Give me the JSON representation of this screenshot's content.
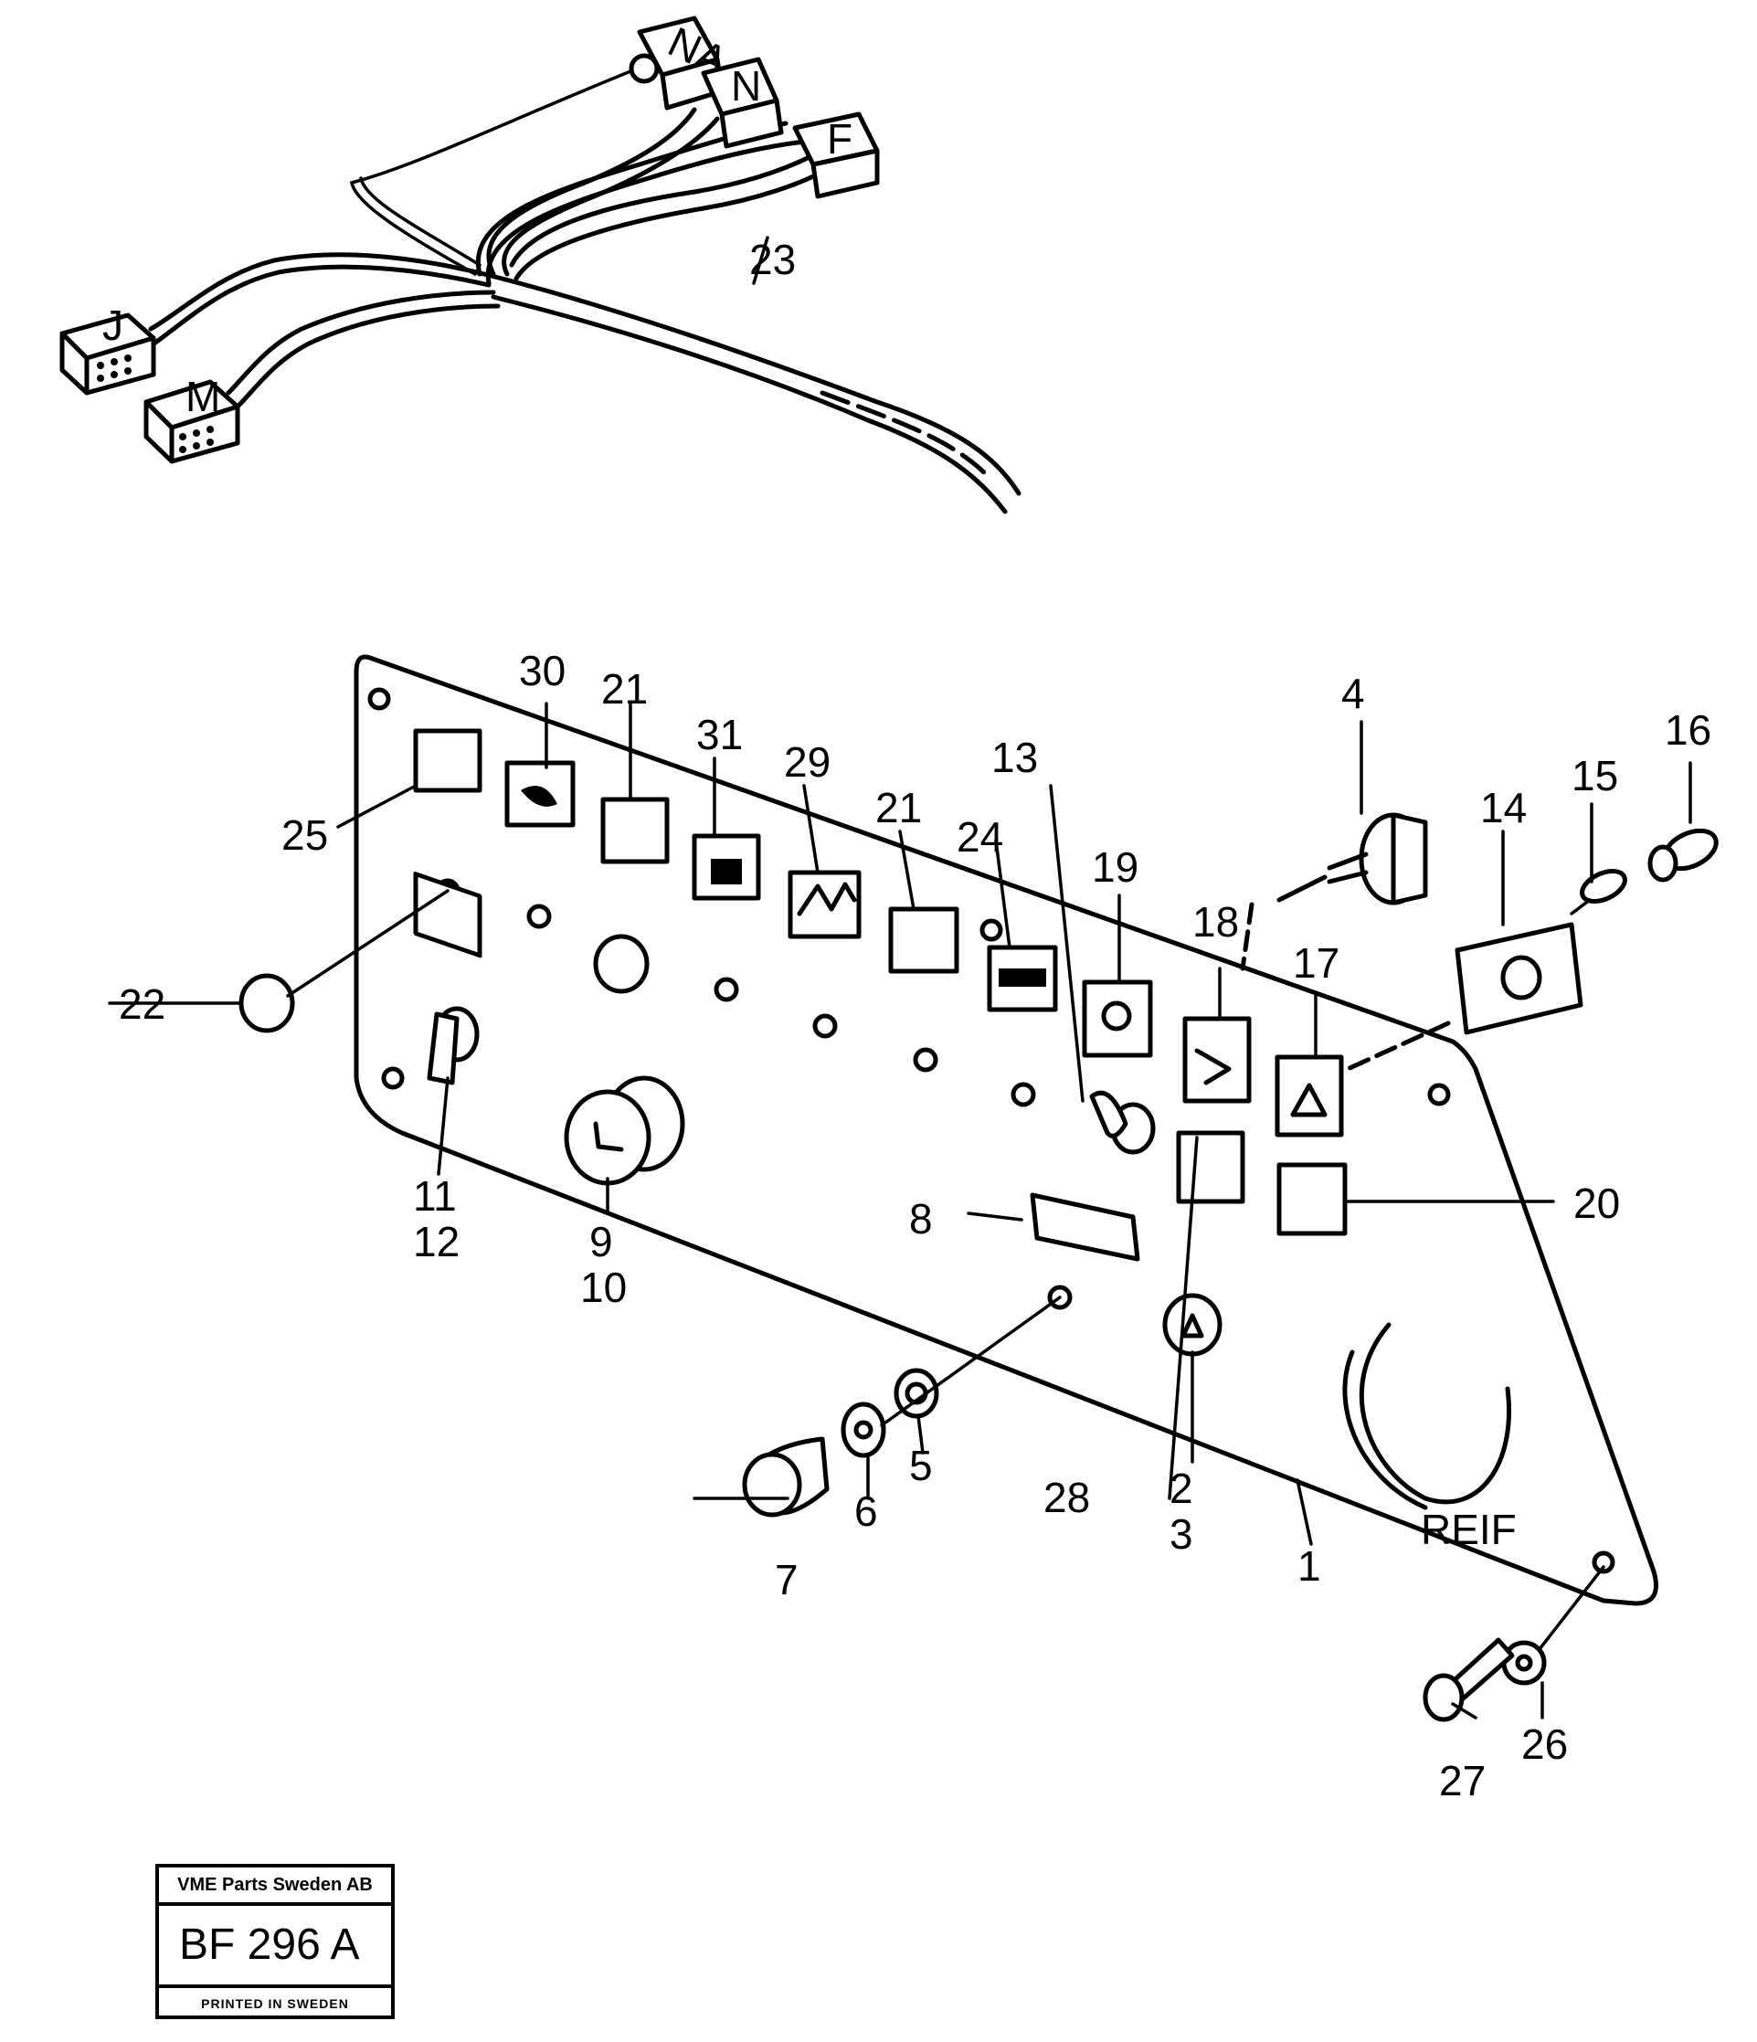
{
  "diagram": {
    "part_labels": [
      {
        "id": "lbl-1",
        "text": "1"
      },
      {
        "id": "lbl-2",
        "text": "2"
      },
      {
        "id": "lbl-3",
        "text": "3"
      },
      {
        "id": "lbl-4",
        "text": "4"
      },
      {
        "id": "lbl-5",
        "text": "5"
      },
      {
        "id": "lbl-6",
        "text": "6"
      },
      {
        "id": "lbl-7",
        "text": "7"
      },
      {
        "id": "lbl-8",
        "text": "8"
      },
      {
        "id": "lbl-9",
        "text": "9"
      },
      {
        "id": "lbl-10",
        "text": "10"
      },
      {
        "id": "lbl-11",
        "text": "11"
      },
      {
        "id": "lbl-12",
        "text": "12"
      },
      {
        "id": "lbl-13",
        "text": "13"
      },
      {
        "id": "lbl-14",
        "text": "14"
      },
      {
        "id": "lbl-15",
        "text": "15"
      },
      {
        "id": "lbl-16",
        "text": "16"
      },
      {
        "id": "lbl-17",
        "text": "17"
      },
      {
        "id": "lbl-18",
        "text": "18"
      },
      {
        "id": "lbl-19",
        "text": "19"
      },
      {
        "id": "lbl-20",
        "text": "20"
      },
      {
        "id": "lbl-21a",
        "text": "21"
      },
      {
        "id": "lbl-21b",
        "text": "21"
      },
      {
        "id": "lbl-22",
        "text": "22"
      },
      {
        "id": "lbl-23",
        "text": "23"
      },
      {
        "id": "lbl-24",
        "text": "24"
      },
      {
        "id": "lbl-25",
        "text": "25"
      },
      {
        "id": "lbl-26",
        "text": "26"
      },
      {
        "id": "lbl-27",
        "text": "27"
      },
      {
        "id": "lbl-28",
        "text": "28"
      },
      {
        "id": "lbl-29",
        "text": "29"
      },
      {
        "id": "lbl-30",
        "text": "30"
      },
      {
        "id": "lbl-31",
        "text": "31"
      }
    ],
    "connector_letters": [
      "NA",
      "N",
      "F",
      "J",
      "M"
    ],
    "panel_mark": "REIF"
  },
  "stamp": {
    "company": "VME Parts Sweden AB",
    "code": "BF 296 A",
    "printed": "PRINTED IN SWEDEN"
  }
}
